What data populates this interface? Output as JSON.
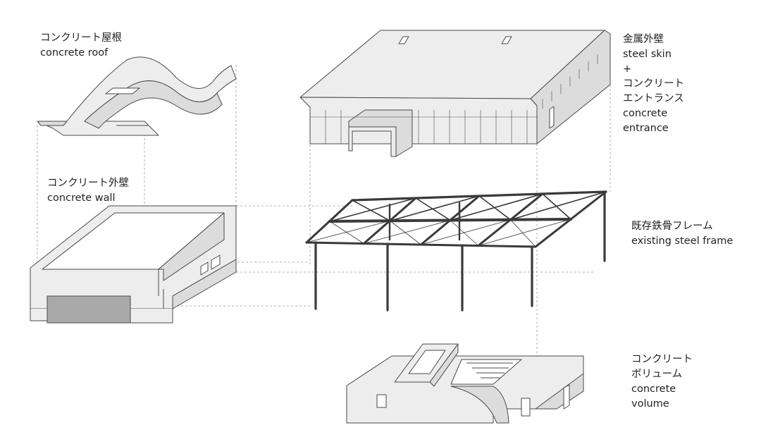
{
  "labels": {
    "concrete_roof": {
      "ja": "コンクリート屋根",
      "en": "concrete roof"
    },
    "concrete_wall": {
      "ja": "コンクリート外壁",
      "en": "concrete wall"
    },
    "steel_skin": {
      "line1": "金属外壁",
      "line2": "steel skin",
      "line3": "+",
      "line4": "コンクリート",
      "line5": "エントランス",
      "line6": "concrete",
      "line7": "entrance"
    },
    "steel_frame": {
      "ja": "既存鉄骨フレーム",
      "en": "existing steel frame"
    },
    "concrete_volume": {
      "line1": "コンクリート",
      "line2": "ボリューム",
      "line3": "concrete",
      "line4": "volume"
    }
  },
  "colors": {
    "fill_light": "#ededed",
    "fill_side": "#dcdcdc",
    "fill_dark": "#a9a9a9",
    "stroke": "#4a4a4a",
    "steel": "#3a3a3a",
    "guide": "#9a9a9a"
  }
}
